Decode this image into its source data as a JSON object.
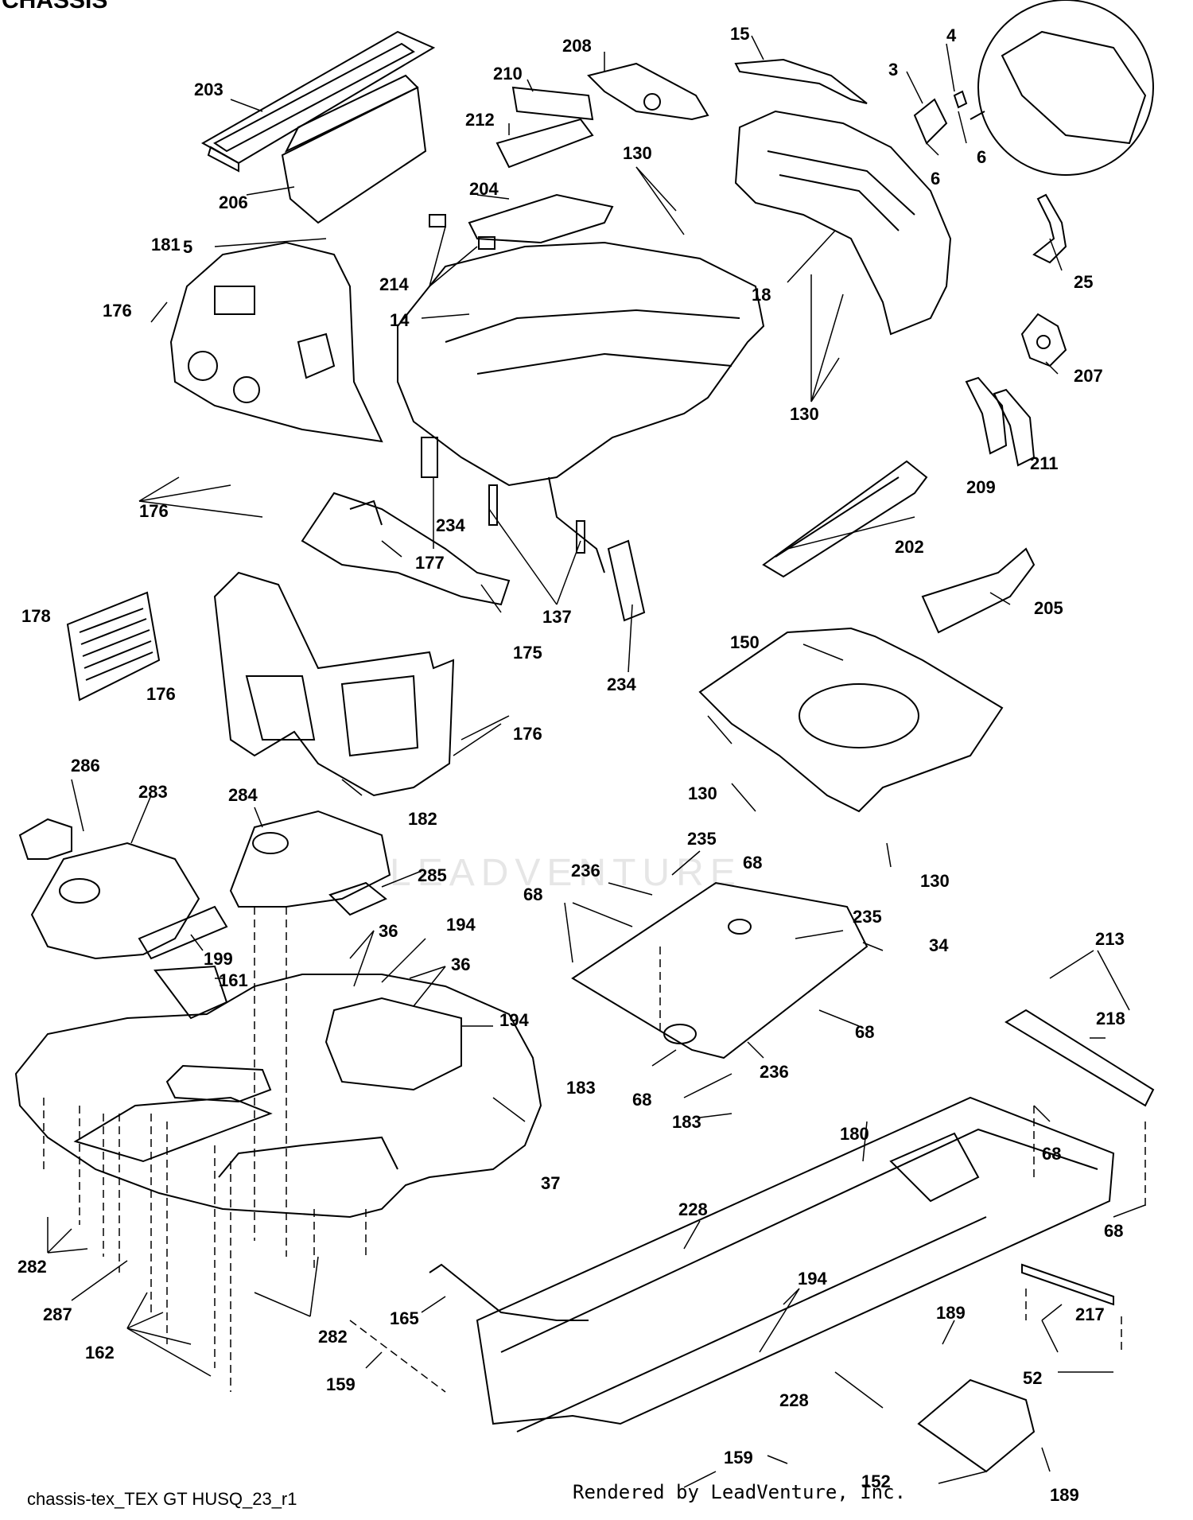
{
  "page": {
    "title": "CHASSIS",
    "footer_left": "chassis-tex_TEX GT HUSQ_23_r1",
    "footer_right": "Rendered by LeadVenture, Inc.",
    "watermark": "LEADVENTURE"
  },
  "callouts": [
    "203",
    "206",
    "210",
    "212",
    "208",
    "15",
    "3",
    "4",
    "6",
    "6",
    "25",
    "207",
    "209",
    "211",
    "202",
    "205",
    "130",
    "130",
    "130",
    "130",
    "204",
    "214",
    "18",
    "181",
    "5",
    "176",
    "14",
    "176",
    "177",
    "175",
    "234",
    "137",
    "234",
    "178",
    "176",
    "176",
    "182",
    "150",
    "286",
    "283",
    "284",
    "285",
    "199",
    "161",
    "36",
    "194",
    "36",
    "194",
    "37",
    "235",
    "236",
    "68",
    "68",
    "235",
    "34",
    "68",
    "236",
    "183",
    "68",
    "183",
    "213",
    "218",
    "68",
    "68",
    "180",
    "228",
    "194",
    "165",
    "282",
    "287",
    "162",
    "282",
    "217",
    "52",
    "189",
    "159",
    "228",
    "152",
    "189",
    "159"
  ]
}
